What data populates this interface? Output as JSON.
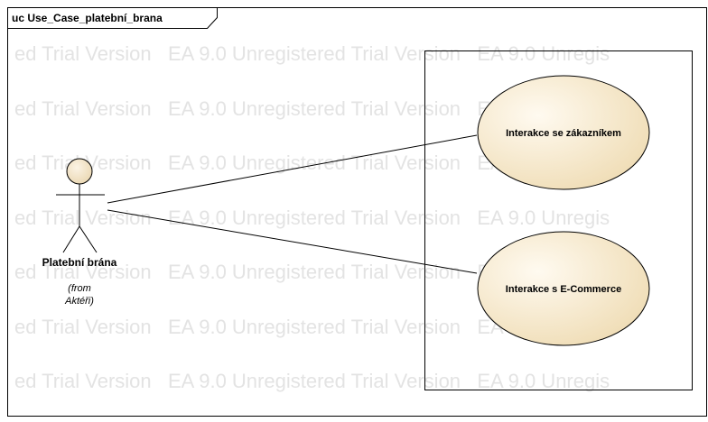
{
  "frame": {
    "title": "uc Use_Case_platební_brana"
  },
  "watermark": {
    "row_text": "ed Trial Version   EA 9.0 Unregistered Trial Version   EA 9.0 Unregis",
    "color": "#e3e3e3"
  },
  "actor": {
    "name": "Platební brána",
    "from_line1": "(from",
    "from_line2": "Aktéři)",
    "fill_color": "#f3e3c6",
    "stroke_color": "#000000"
  },
  "use_cases": [
    {
      "id": "uc1",
      "label": "Interakce se zákazníkem"
    },
    {
      "id": "uc2",
      "label": "Interakce s E-Commerce"
    }
  ],
  "colors": {
    "use_case_fill_light": "#fffaf0",
    "use_case_fill_dark": "#efdcb4",
    "line": "#000000"
  },
  "associations": [
    {
      "from": "actor",
      "to": "uc1"
    },
    {
      "from": "actor",
      "to": "uc2"
    }
  ]
}
